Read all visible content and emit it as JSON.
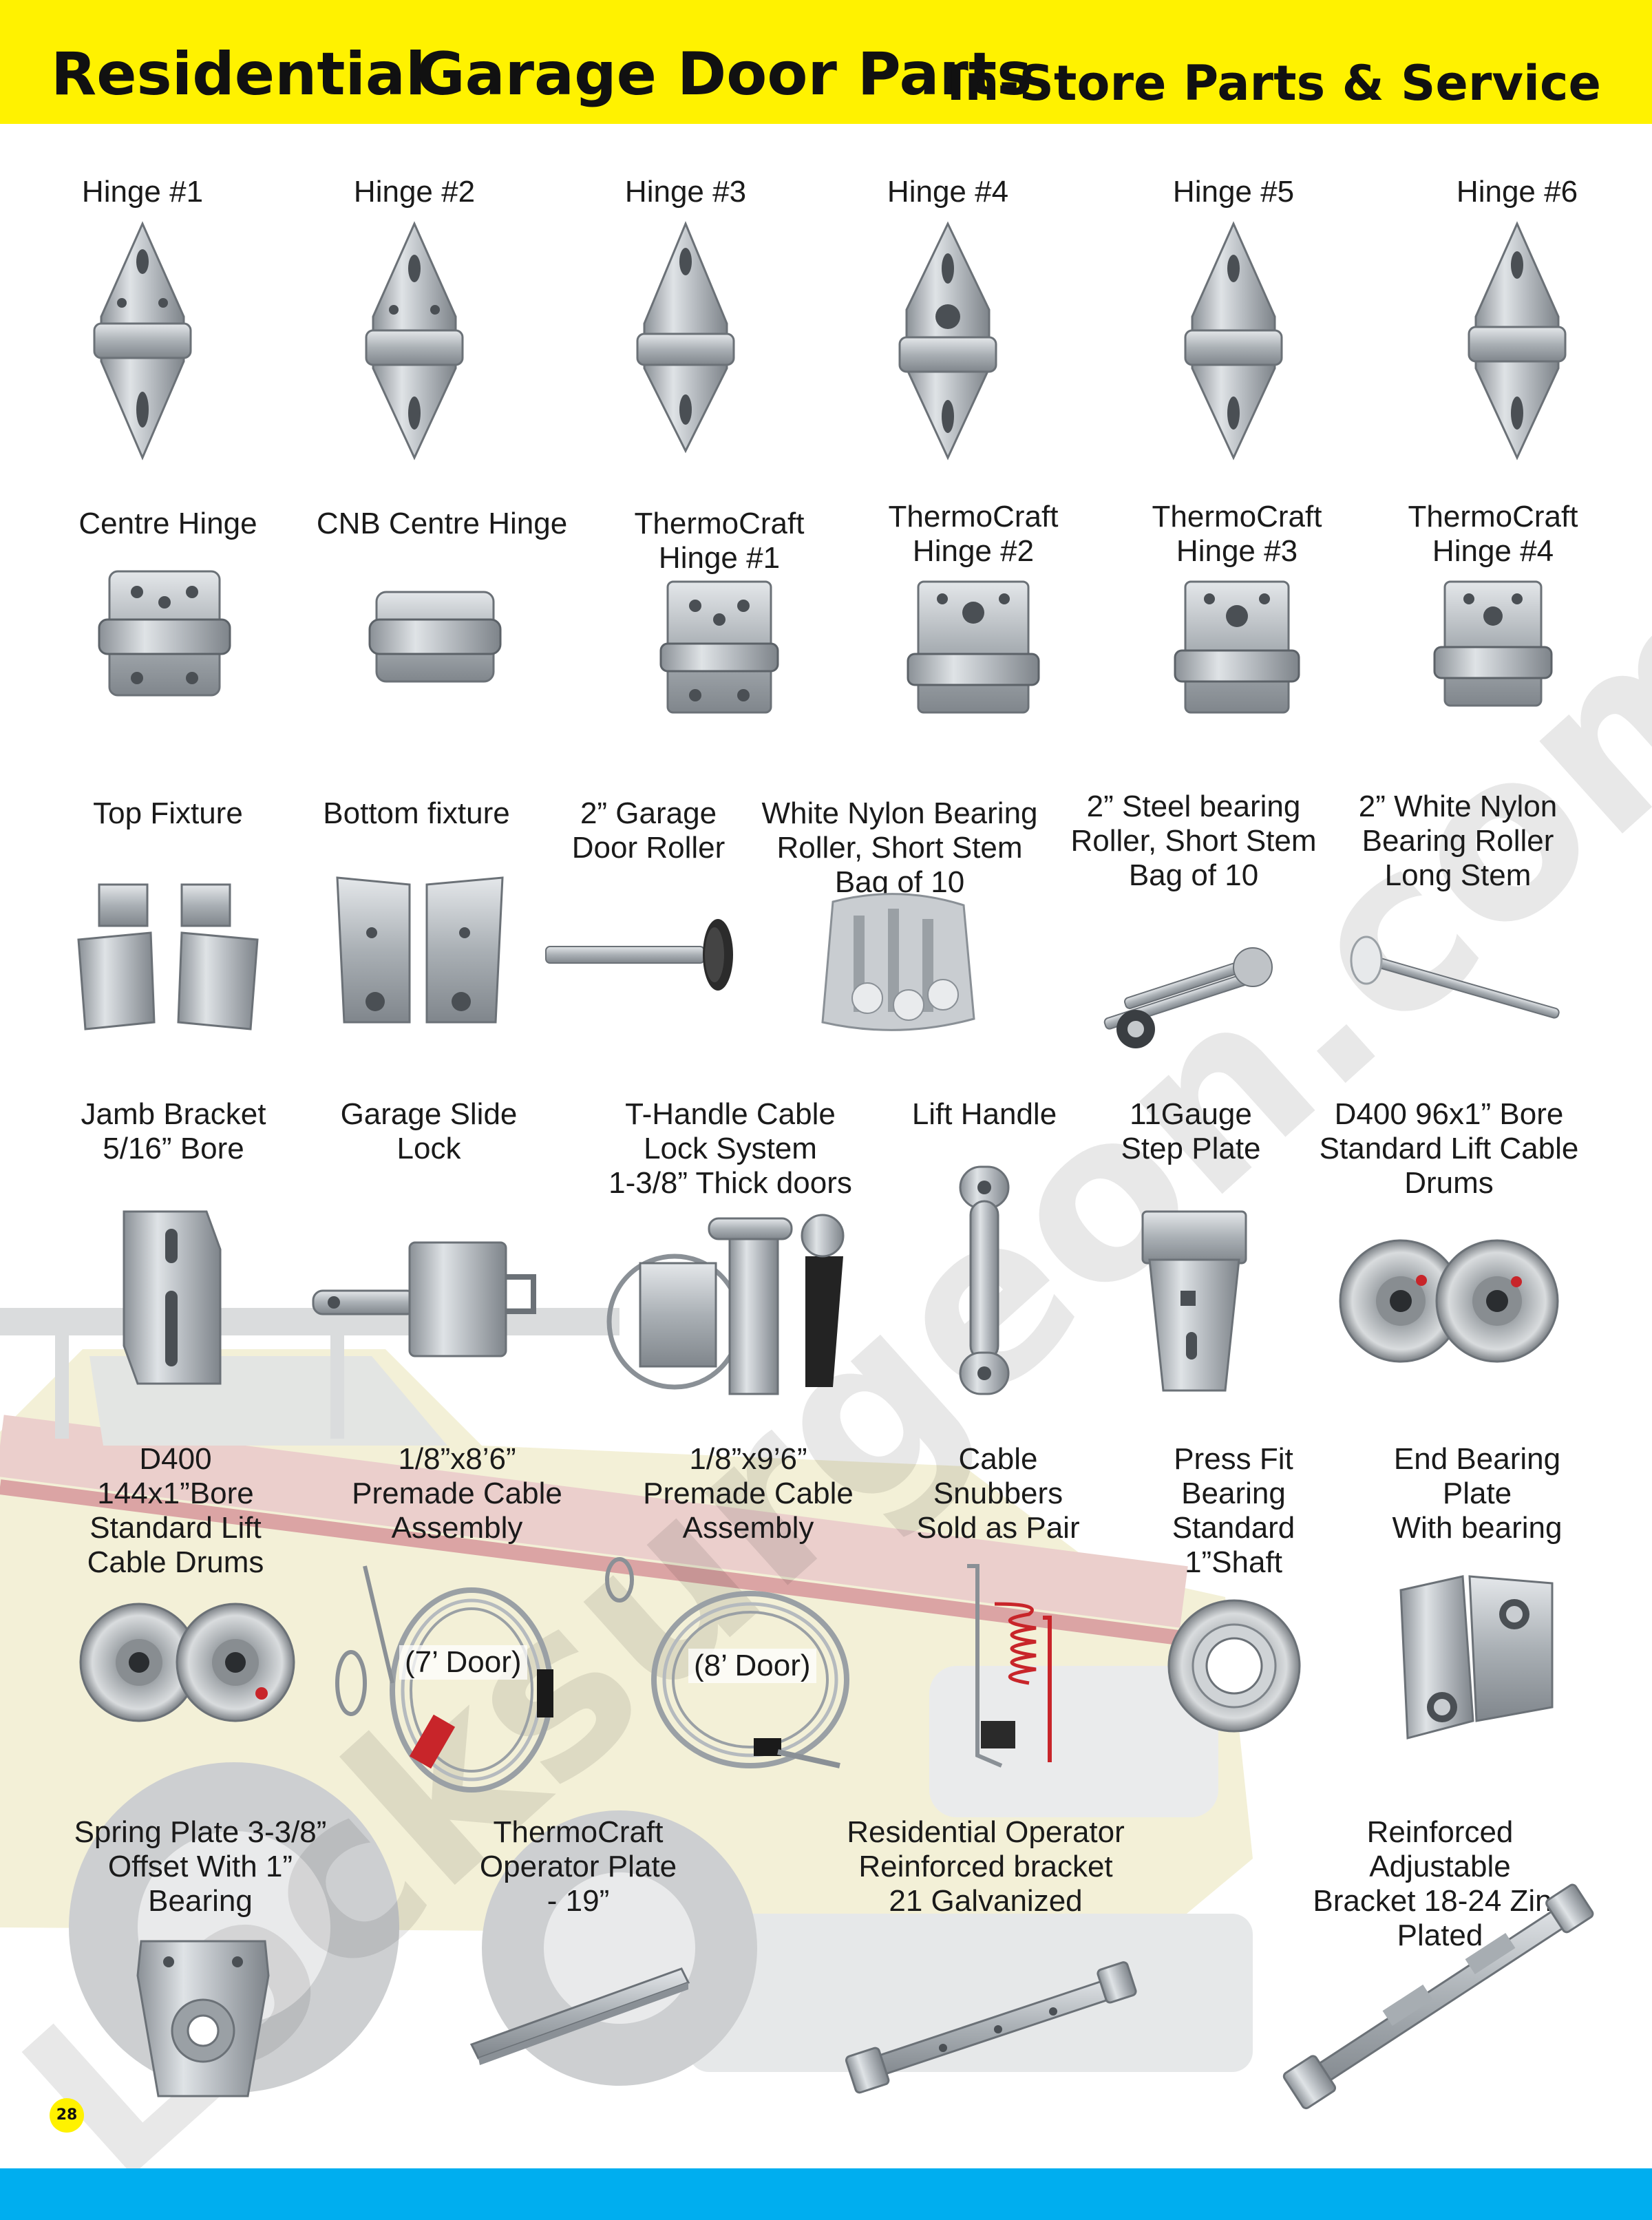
{
  "header": {
    "title_left": "Residential",
    "title_mid": "Garage Door Parts",
    "title_right": "In-Store Parts & Service"
  },
  "watermark": "Locksurgeon.com",
  "page_number": "28",
  "cable_tags": [
    "(7’ Door)",
    "(8’ Door)"
  ],
  "parts": [
    {
      "label": "Hinge #1"
    },
    {
      "label": "Hinge #2"
    },
    {
      "label": "Hinge #3"
    },
    {
      "label": "Hinge #4"
    },
    {
      "label": "Hinge #5"
    },
    {
      "label": "Hinge #6"
    },
    {
      "label": "Centre Hinge"
    },
    {
      "label": "CNB Centre Hinge"
    },
    {
      "label": "ThermoCraft\nHinge #1"
    },
    {
      "label": "ThermoCraft\nHinge #2"
    },
    {
      "label": "ThermoCraft\nHinge #3"
    },
    {
      "label": "ThermoCraft\nHinge #4"
    },
    {
      "label": "Top Fixture"
    },
    {
      "label": "Bottom fixture"
    },
    {
      "label": "2” Garage\nDoor Roller"
    },
    {
      "label": "White Nylon Bearing\nRoller, Short Stem\nBag of 10"
    },
    {
      "label": "2” Steel bearing\nRoller, Short Stem\nBag of 10"
    },
    {
      "label": "2” White Nylon\nBearing Roller\nLong Stem"
    },
    {
      "label": "Jamb Bracket\n5/16” Bore"
    },
    {
      "label": "Garage Slide\nLock"
    },
    {
      "label": "T-Handle Cable\nLock System\n1-3/8” Thick doors"
    },
    {
      "label": "Lift Handle"
    },
    {
      "label": "11Gauge\nStep Plate"
    },
    {
      "label": "D400 96x1” Bore\nStandard Lift Cable\nDrums"
    },
    {
      "label": "D400\n144x1”Bore\nStandard Lift\nCable Drums"
    },
    {
      "label": "1/8”x8’6”\nPremade Cable\nAssembly"
    },
    {
      "label": "1/8”x9’6”\nPremade Cable\nAssembly"
    },
    {
      "label": "Cable\nSnubbers\nSold as Pair"
    },
    {
      "label": "Press Fit\nBearing\nStandard\n1”Shaft"
    },
    {
      "label": "End Bearing\nPlate\nWith bearing"
    },
    {
      "label": "Spring Plate 3-3/8”\nOffset With 1”\nBearing"
    },
    {
      "label": "ThermoCraft\nOperator Plate\n- 19”"
    },
    {
      "label": "Residential Operator\nReinforced bracket\n21 Galvanized"
    },
    {
      "label": "Reinforced\nAdjustable\nBracket 18-24 Zinc\nPlated"
    }
  ]
}
